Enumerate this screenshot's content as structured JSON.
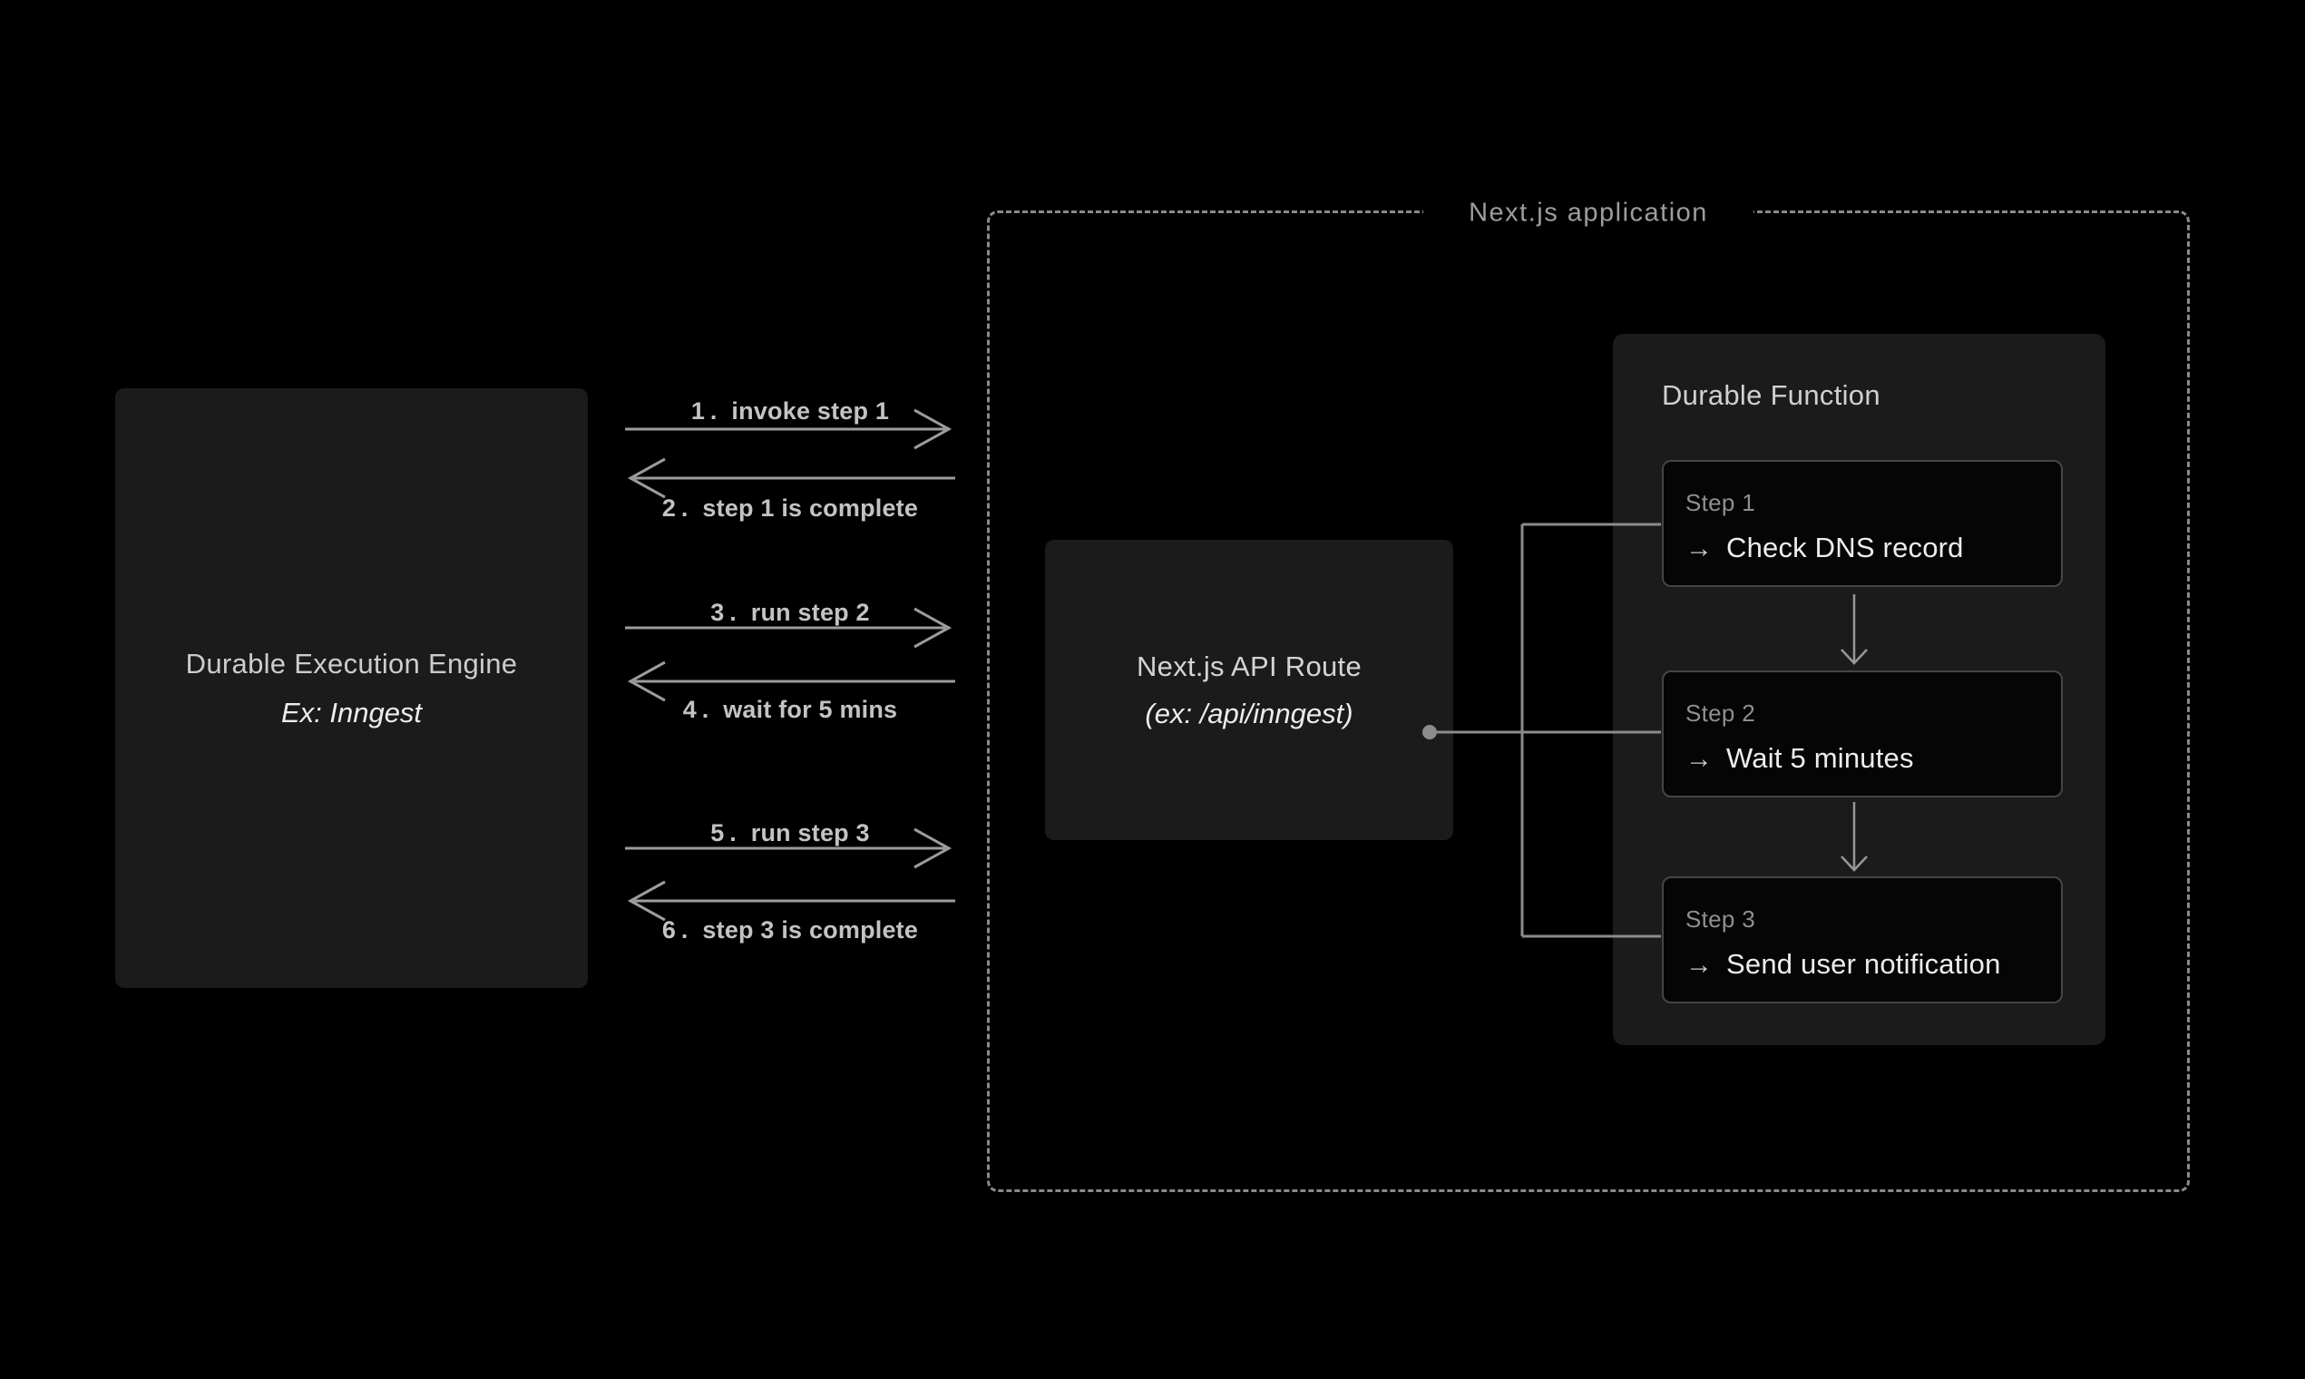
{
  "engine_box": {
    "title": "Durable Execution Engine",
    "subtitle": "Ex: Inngest"
  },
  "sequence": {
    "messages": [
      {
        "num": "1.",
        "text": "invoke step 1",
        "direction": "right"
      },
      {
        "num": "2.",
        "text": "step 1 is complete",
        "direction": "left"
      },
      {
        "num": "3.",
        "text": "run step 2",
        "direction": "right"
      },
      {
        "num": "4.",
        "text": "wait for 5 mins",
        "direction": "left"
      },
      {
        "num": "5.",
        "text": "run step 3",
        "direction": "right"
      },
      {
        "num": "6.",
        "text": "step 3 is complete",
        "direction": "left"
      }
    ]
  },
  "nextjs_app": {
    "label": "Next.js application"
  },
  "api_route_box": {
    "title": "Next.js API Route",
    "subtitle": "(ex: /api/inngest)"
  },
  "durable_function": {
    "title": "Durable Function",
    "steps": [
      {
        "label": "Step 1",
        "action": "Check DNS record"
      },
      {
        "label": "Step 2",
        "action": "Wait 5 minutes"
      },
      {
        "label": "Step 3",
        "action": "Send user notification"
      }
    ]
  },
  "icons": {
    "step_arrow": "→"
  },
  "colors": {
    "bg": "#000000",
    "surface": "#1b1b1b",
    "card_bg": "#050505",
    "card_border": "#454545",
    "dashed_border": "#8a8a8a",
    "line": "#8c8c8c",
    "arrow": "#9c9c9c",
    "label_text": "#c3c3c3",
    "title_text": "#cccccc",
    "bright_text": "#ededed",
    "muted_text": "#8f8f8f",
    "app_label_text": "#9d9d9d"
  }
}
